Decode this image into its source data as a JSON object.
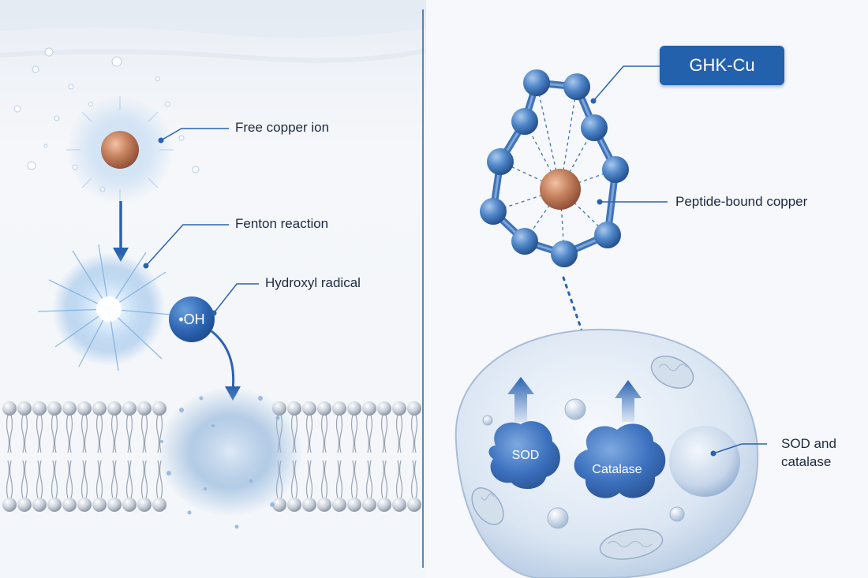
{
  "left_panel": {
    "free_copper_label": "Free copper ion",
    "fenton_label": "Fenton reaction",
    "hydroxyl_label": "Hydroxyl radical",
    "hydroxyl_symbol": "•OH"
  },
  "right_panel": {
    "badge": "GHK-Cu",
    "peptide_label": "Peptide-bound copper",
    "sod_label": "SOD",
    "catalase_label": "Catalase",
    "enzymes_label_line1": "SOD and",
    "enzymes_label_line2": "catalase"
  },
  "colors": {
    "accent_blue": "#2361ad",
    "copper": "#c07a58",
    "divider": "#2f5f9e"
  }
}
